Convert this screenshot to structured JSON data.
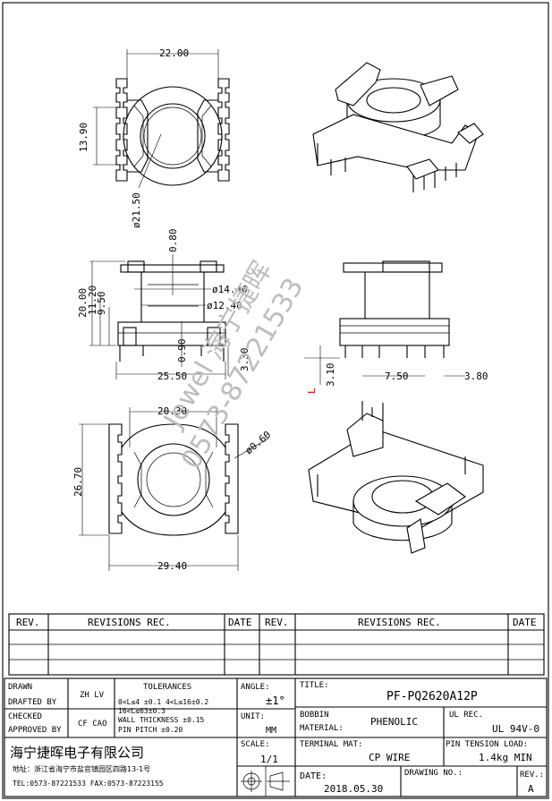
{
  "dimensions": {
    "top_width": "22.00",
    "top_height": "13.90",
    "top_diameter": "ø21.50",
    "side_height_20": "20.00",
    "side_height_1120": "11.20",
    "side_height_950": "9.50",
    "side_080": "0.80",
    "side_d1440": "ø14.40",
    "side_d1240": "ø12.40",
    "side_090": "0.90",
    "side_330": "3.30",
    "side_width": "25.50",
    "right_310": "3.10",
    "right_750": "7.50",
    "right_380": "3.80",
    "right_L": "L",
    "bottom_2030": "20.30",
    "bottom_2670": "26.70",
    "bottom_d060": "ø0.60",
    "bottom_2940": "29.40"
  },
  "watermark": {
    "line1": "Jewel 海宁捷晖",
    "line2": "0573-87221533"
  },
  "revisions": {
    "col_rev": "REV.",
    "col_revisions": "REVISIONS  REC.",
    "col_date": "DATE"
  },
  "title_block": {
    "drawn_label": "DRAWN",
    "drafted_label": "DRAFTED BY",
    "drafted_value": "ZH LV",
    "checked_label": "CHECKED",
    "approved_label": "APPROVED BY",
    "approved_value": "CF CAO",
    "tolerances_label": "TOLERANCES",
    "tol_line1": "0<L≤4 ±0.1 4<L≤16±0.2",
    "tol_line2": "16<L≤63±0.3",
    "tol_line3": "WALL THICKNESS ±0.15",
    "tol_line4": "PIN PITCH ±0.20",
    "angle_label": "ANGLE:",
    "angle_value": "±1°",
    "unit_label": "UNIT:",
    "unit_value": "MM",
    "title_label": "TITLE:",
    "title_value": "PF-PQ2620A12P",
    "bobbin_label": "BOBBIN",
    "material_label": "MATERIAL:",
    "material_value": "PHENOLIC",
    "ul_label": "UL REC.",
    "ul_value": "UL 94V-0",
    "company_name": "海宁捷晖电子有限公司",
    "address": "地址：浙江省海宁市盐官镇园区四路13-1号",
    "tel": "TEL:0573-87221533 FAX:0573-87223155",
    "scale_label": "SCALE:",
    "scale_value": "1/1",
    "terminal_label": "TERMINAL MAT:",
    "terminal_value": "CP WIRE",
    "pin_tension_label": "PIN TENSION LOAD:",
    "pin_tension_value": "1.4kg MIN",
    "date_label": "DATE:",
    "date_value": "2018.05.30",
    "drawing_no_label": "DRAWING NO.:",
    "rev_label": "REV.:",
    "rev_value": "A"
  }
}
